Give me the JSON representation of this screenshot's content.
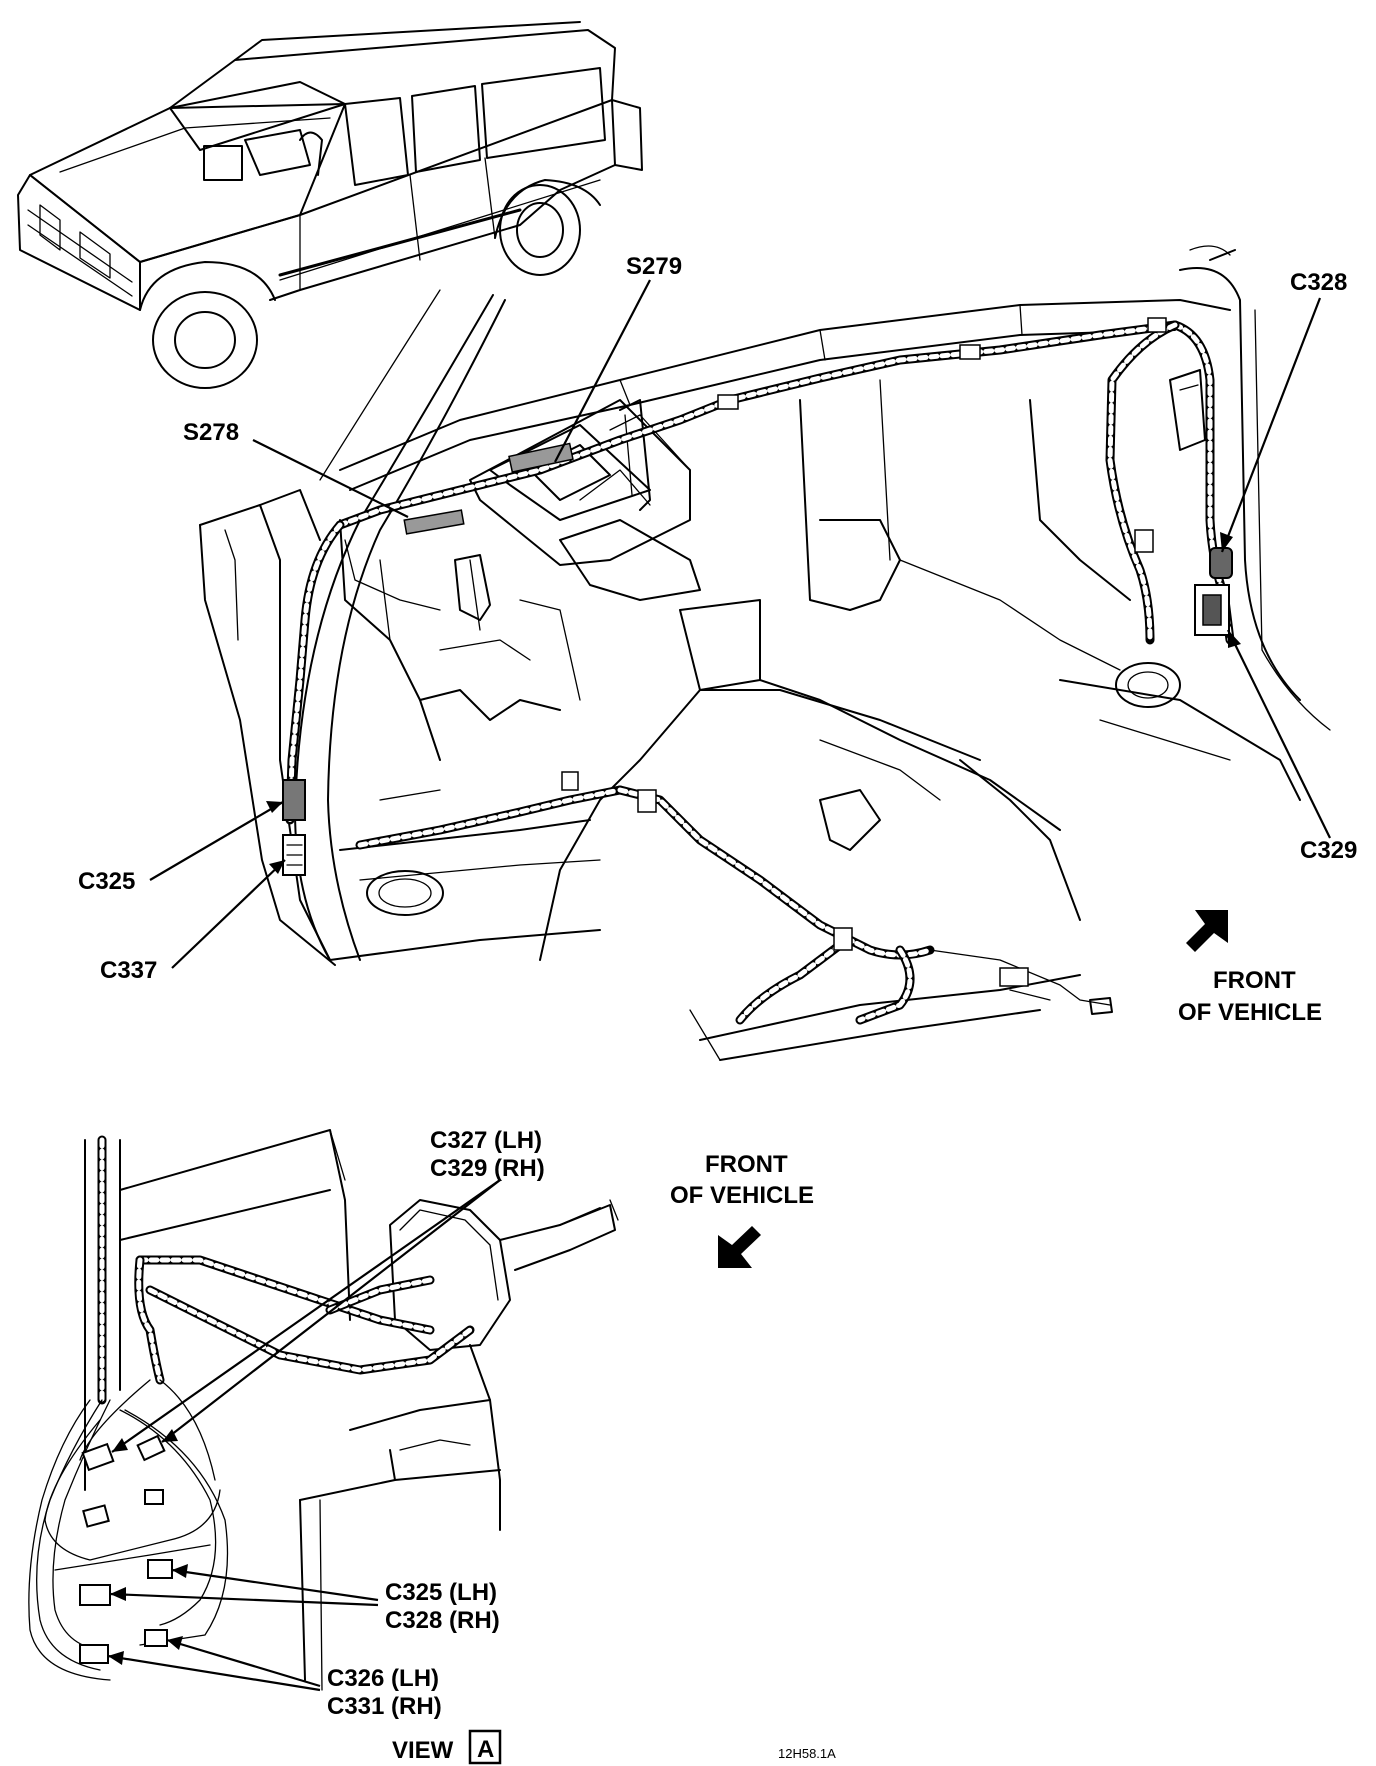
{
  "labels": {
    "s279": "S279",
    "s278": "S278",
    "c328": "C328",
    "c329": "C329",
    "c325": "C325",
    "c337": "C337",
    "front_of_vehicle_main_1": "FRONT",
    "front_of_vehicle_main_2": "OF VEHICLE",
    "front_of_vehicle_view_1": "FRONT",
    "front_of_vehicle_view_2": "OF VEHICLE",
    "view_c327_c329_1": "C327 (LH)",
    "view_c327_c329_2": "C329 (RH)",
    "view_c325_c328_1": "C325 (LH)",
    "view_c325_c328_2": "C328 (RH)",
    "view_c326_c331_1": "C326 (LH)",
    "view_c326_c331_2": "C331 (RH)",
    "view_title": "VIEW",
    "view_letter": "A",
    "figure_code": "12H58.1A"
  }
}
